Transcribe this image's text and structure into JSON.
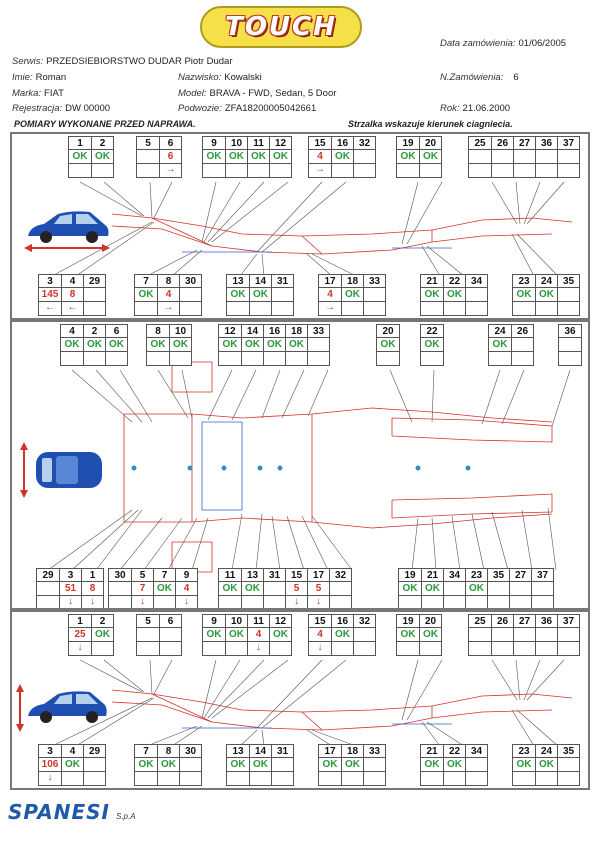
{
  "logo": {
    "text": "TOUCH"
  },
  "order_date": {
    "label": "Data zamówienia:",
    "value": "01/06/2005"
  },
  "service": {
    "label": "Serwis:",
    "value": "PRZEDSIEBIORSTWO DUDAR   Piotr Dudar"
  },
  "first_name": {
    "label": "Imie:",
    "value": "Roman"
  },
  "surname": {
    "label": "Nazwisko:",
    "value": "Kowalski"
  },
  "order_no": {
    "label": "N.Zamówienia:",
    "value": "6"
  },
  "make": {
    "label": "Marka:",
    "value": "FIAT"
  },
  "model": {
    "label": "Model:",
    "value": "BRAVA - FWD, Sedan, 5 Door"
  },
  "registration": {
    "label": "Rejestracja:",
    "value": "DW 00000"
  },
  "chassis": {
    "label": "Podwozie:",
    "value": "ZFA18200005042661"
  },
  "year": {
    "label": "Rok:",
    "value": "21.06.2000"
  },
  "measurements_title": "POMIARY WYKONANE PRZED NAPRAWA.",
  "arrow_note": "Strzalka wskazuje kierunek ciagniecia.",
  "footer": {
    "brand": "SPANESI",
    "suffix": "S.p.A"
  },
  "colors": {
    "ok": "#2a9a3a",
    "bad": "#d2322a",
    "car": "#1f4fb0",
    "frame_red": "#d2322a",
    "frame_blue": "#3a5fd0"
  },
  "panels": [
    {
      "name": "side-view-1",
      "top_groups": [
        [
          {
            "n": "1",
            "r": "OK"
          },
          {
            "n": "2",
            "r": "OK"
          }
        ],
        [
          {
            "n": "5",
            "r": ""
          },
          {
            "n": "6",
            "r": "6",
            "a": "→"
          }
        ],
        [
          {
            "n": "9",
            "r": "OK"
          },
          {
            "n": "10",
            "r": "OK"
          },
          {
            "n": "11",
            "r": "OK"
          },
          {
            "n": "12",
            "r": "OK"
          }
        ],
        [
          {
            "n": "15",
            "r": "4",
            "a": "→"
          },
          {
            "n": "16",
            "r": "OK"
          },
          {
            "n": "32",
            "r": ""
          }
        ],
        [
          {
            "n": "19",
            "r": "OK"
          },
          {
            "n": "20",
            "r": "OK"
          }
        ],
        [
          {
            "n": "25",
            "r": ""
          },
          {
            "n": "26",
            "r": ""
          },
          {
            "n": "27",
            "r": ""
          },
          {
            "n": "36",
            "r": ""
          },
          {
            "n": "37",
            "r": ""
          }
        ]
      ],
      "bottom_groups": [
        [
          {
            "n": "3",
            "r": "145",
            "a": "←"
          },
          {
            "n": "4",
            "r": "8",
            "a": "←"
          },
          {
            "n": "29",
            "r": ""
          }
        ],
        [
          {
            "n": "7",
            "r": "OK"
          },
          {
            "n": "8",
            "r": "4",
            "a": "→"
          },
          {
            "n": "30",
            "r": ""
          }
        ],
        [
          {
            "n": "13",
            "r": "OK"
          },
          {
            "n": "14",
            "r": "OK"
          },
          {
            "n": "31",
            "r": ""
          }
        ],
        [
          {
            "n": "17",
            "r": "4",
            "a": "→"
          },
          {
            "n": "18",
            "r": "OK"
          },
          {
            "n": "33",
            "r": ""
          }
        ],
        [
          {
            "n": "21",
            "r": "OK"
          },
          {
            "n": "22",
            "r": "OK"
          },
          {
            "n": "34",
            "r": ""
          }
        ],
        [
          {
            "n": "23",
            "r": "OK"
          },
          {
            "n": "24",
            "r": "OK"
          },
          {
            "n": "35",
            "r": ""
          }
        ]
      ]
    },
    {
      "name": "top-view",
      "top_groups": [
        [
          {
            "n": "4",
            "r": "OK"
          },
          {
            "n": "2",
            "r": "OK"
          },
          {
            "n": "6",
            "r": "OK"
          }
        ],
        [
          {
            "n": "8",
            "r": "OK"
          },
          {
            "n": "10",
            "r": "OK"
          }
        ],
        [
          {
            "n": "12",
            "r": "OK"
          },
          {
            "n": "14",
            "r": "OK"
          },
          {
            "n": "16",
            "r": "OK"
          },
          {
            "n": "18",
            "r": "OK"
          },
          {
            "n": "33",
            "r": ""
          }
        ],
        [
          {
            "n": "20",
            "r": "OK"
          }
        ],
        [
          {
            "n": "22",
            "r": "OK"
          }
        ],
        [
          {
            "n": "24",
            "r": "OK"
          },
          {
            "n": "26",
            "r": ""
          }
        ],
        [
          {
            "n": "36",
            "r": ""
          }
        ]
      ],
      "bottom_groups": [
        [
          {
            "n": "29",
            "r": ""
          },
          {
            "n": "3",
            "r": "51",
            "a": "↓"
          },
          {
            "n": "1",
            "r": "8",
            "a": "↓"
          }
        ],
        [
          {
            "n": "30",
            "r": ""
          },
          {
            "n": "5",
            "r": "7",
            "a": "↓"
          },
          {
            "n": "7",
            "r": "OK"
          },
          {
            "n": "9",
            "r": "4",
            "a": "↓"
          }
        ],
        [
          {
            "n": "11",
            "r": "OK"
          },
          {
            "n": "13",
            "r": "OK"
          },
          {
            "n": "31",
            "r": ""
          },
          {
            "n": "15",
            "r": "5",
            "a": "↓"
          },
          {
            "n": "17",
            "r": "5",
            "a": "↓"
          },
          {
            "n": "32",
            "r": ""
          }
        ],
        [
          {
            "n": "19",
            "r": "OK"
          },
          {
            "n": "21",
            "r": "OK"
          },
          {
            "n": "34",
            "r": ""
          },
          {
            "n": "23",
            "r": "OK"
          },
          {
            "n": "35",
            "r": ""
          },
          {
            "n": "27",
            "r": ""
          },
          {
            "n": "37",
            "r": ""
          }
        ]
      ]
    },
    {
      "name": "side-view-2",
      "top_groups": [
        [
          {
            "n": "1",
            "r": "25",
            "a": "↓"
          },
          {
            "n": "2",
            "r": "OK"
          }
        ],
        [
          {
            "n": "5",
            "r": ""
          },
          {
            "n": "6",
            "r": ""
          }
        ],
        [
          {
            "n": "9",
            "r": "OK"
          },
          {
            "n": "10",
            "r": "OK"
          },
          {
            "n": "11",
            "r": "4",
            "a": "↓"
          },
          {
            "n": "12",
            "r": "OK"
          }
        ],
        [
          {
            "n": "15",
            "r": "4",
            "a": "↓"
          },
          {
            "n": "16",
            "r": "OK"
          },
          {
            "n": "32",
            "r": ""
          }
        ],
        [
          {
            "n": "19",
            "r": "OK"
          },
          {
            "n": "20",
            "r": "OK"
          }
        ],
        [
          {
            "n": "25",
            "r": ""
          },
          {
            "n": "26",
            "r": ""
          },
          {
            "n": "27",
            "r": ""
          },
          {
            "n": "36",
            "r": ""
          },
          {
            "n": "37",
            "r": ""
          }
        ]
      ],
      "bottom_groups": [
        [
          {
            "n": "3",
            "r": "106",
            "a": "↓"
          },
          {
            "n": "4",
            "r": "OK"
          },
          {
            "n": "29",
            "r": ""
          }
        ],
        [
          {
            "n": "7",
            "r": "OK"
          },
          {
            "n": "8",
            "r": "OK"
          },
          {
            "n": "30",
            "r": ""
          }
        ],
        [
          {
            "n": "13",
            "r": "OK"
          },
          {
            "n": "14",
            "r": "OK"
          },
          {
            "n": "31",
            "r": ""
          }
        ],
        [
          {
            "n": "17",
            "r": "OK"
          },
          {
            "n": "18",
            "r": "OK"
          },
          {
            "n": "33",
            "r": ""
          }
        ],
        [
          {
            "n": "21",
            "r": "OK"
          },
          {
            "n": "22",
            "r": "OK"
          },
          {
            "n": "34",
            "r": ""
          }
        ],
        [
          {
            "n": "23",
            "r": "OK"
          },
          {
            "n": "24",
            "r": "OK"
          },
          {
            "n": "35",
            "r": ""
          }
        ]
      ]
    }
  ]
}
